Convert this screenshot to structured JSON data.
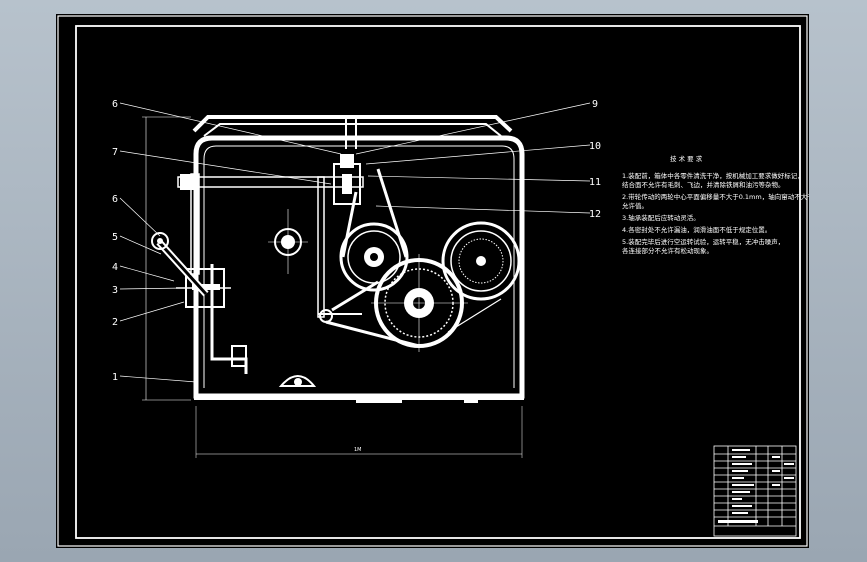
{
  "colors": {
    "background": "#000000",
    "lines": "#ffffff",
    "desktop": "#a9b4bf"
  },
  "callouts": [
    "6",
    "7",
    "6",
    "5",
    "4",
    "3",
    "2",
    "1",
    "9",
    "10",
    "11",
    "12"
  ],
  "dimension_text": "1M",
  "notes": {
    "title": "技 术 要 求",
    "lines": [
      "1.装配前，箱体中各零件清洗干净，按机械加工要求做好标记，",
      "  结合面不允许有毛刺、飞边，并清除铁屑和油污等杂物。",
      "2.带轮传动的两轮中心平面偏移量不大于0.1mm，轴向窜动不大于",
      "  允许值。",
      "3.轴承装配后应转动灵活。",
      "4.各密封处不允许漏油，润滑油面不低于规定位置。",
      "5.装配完毕后进行空运转试验，运转平稳，无冲击噪声，",
      "  各连接部分不允许有松动现象。"
    ]
  },
  "title_block": {
    "rows": [
      "",
      "",
      "",
      "",
      "",
      "",
      "",
      "",
      "",
      "",
      "",
      "",
      "",
      ""
    ]
  }
}
